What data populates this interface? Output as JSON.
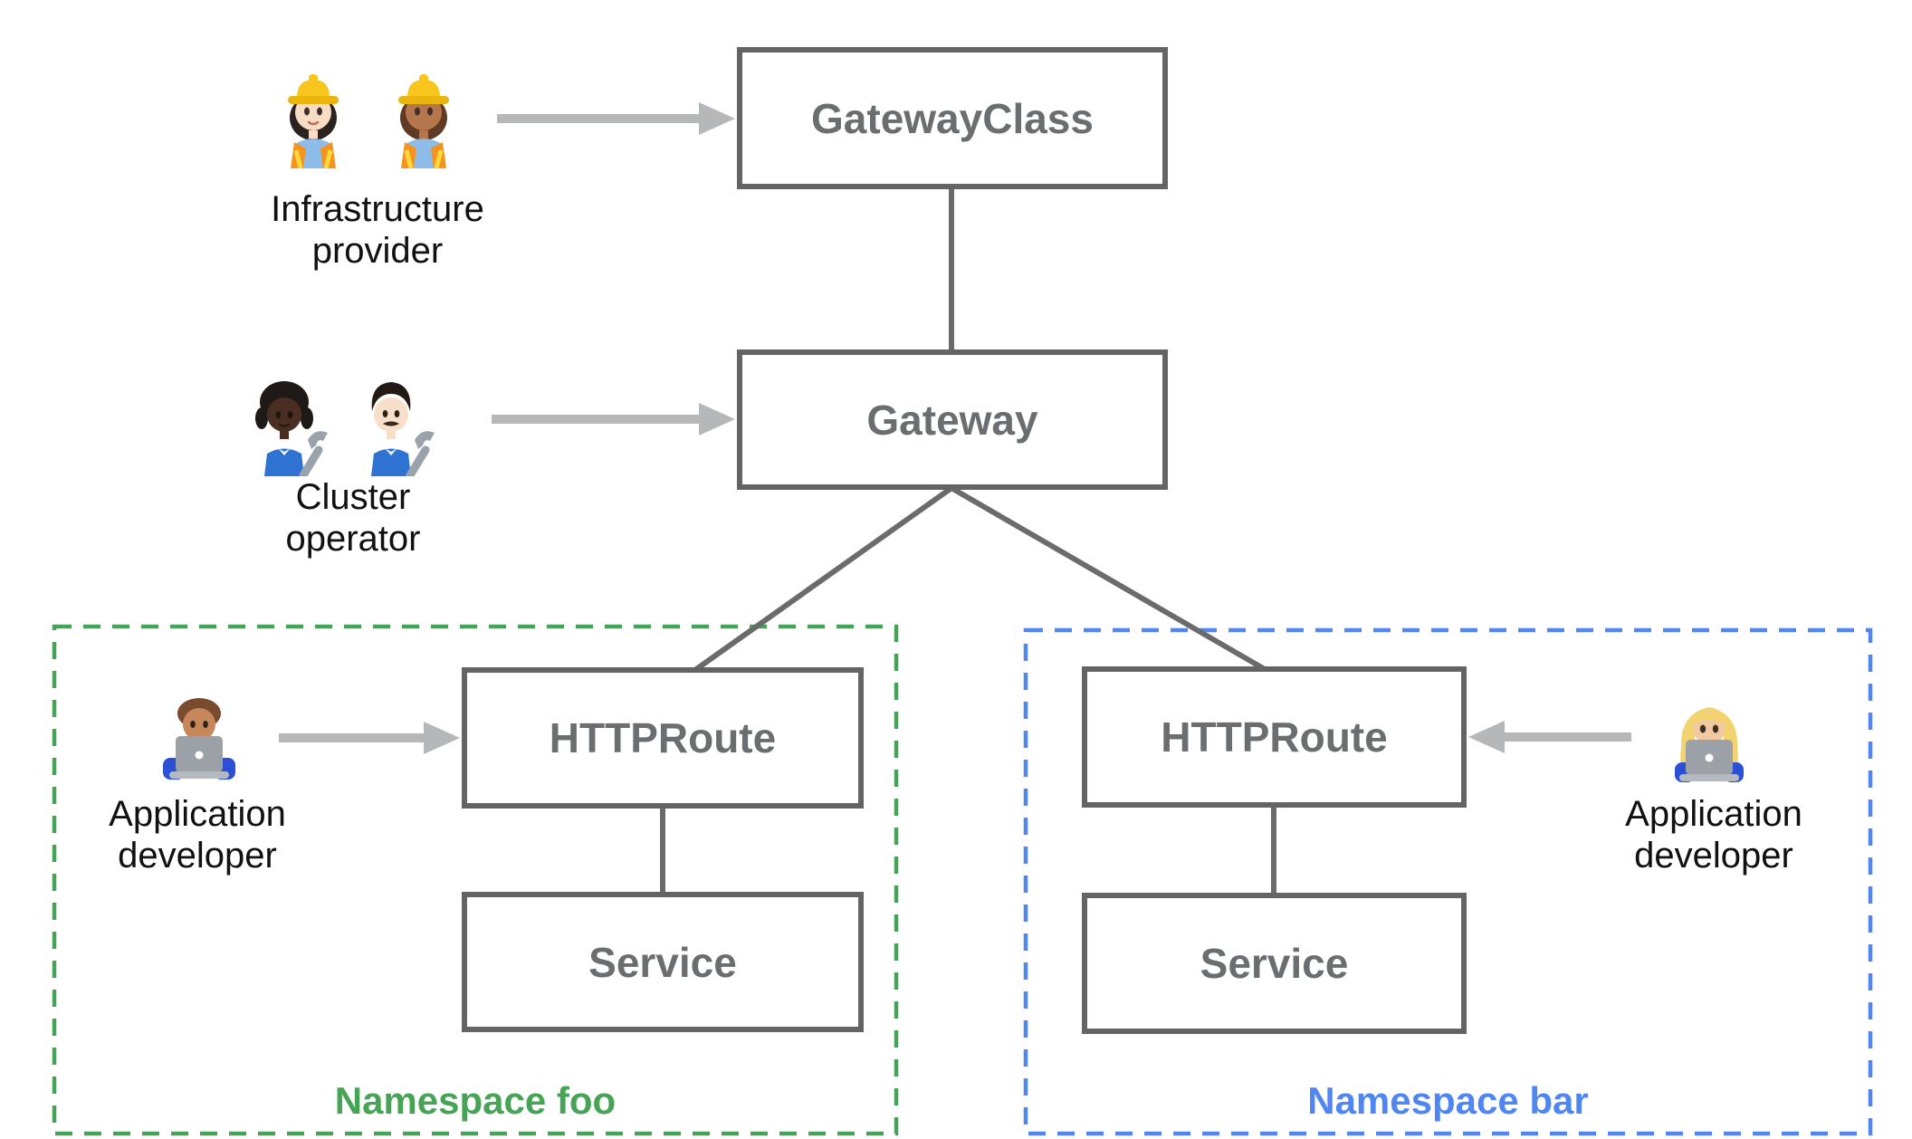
{
  "boxes": {
    "gateway_class": {
      "label": "GatewayClass"
    },
    "gateway": {
      "label": "Gateway"
    },
    "httproute_foo": {
      "label": "HTTPRoute"
    },
    "service_foo": {
      "label": "Service"
    },
    "httproute_bar": {
      "label": "HTTPRoute"
    },
    "service_bar": {
      "label": "Service"
    }
  },
  "namespaces": {
    "foo": {
      "label": "Namespace foo",
      "color": "#47a356"
    },
    "bar": {
      "label": "Namespace bar",
      "color": "#4f86f1"
    }
  },
  "actors": {
    "infrastructure_provider": {
      "label": "Infrastructure provider",
      "icons": [
        "woman-construction-worker-light-icon",
        "woman-construction-worker-medium-icon"
      ],
      "icon_glyphs": "👷🏻‍♀️👷🏽‍♀️"
    },
    "cluster_operator": {
      "label": "Cluster operator",
      "icons": [
        "person-mechanic-dark-icon",
        "man-mechanic-light-icon"
      ],
      "icon_glyphs": "🧑🏿‍🔧👨🏻‍🔧"
    },
    "application_developer_foo": {
      "label": "Application developer",
      "icons": [
        "man-technologist-icon"
      ],
      "icon_glyphs": "👨🏽‍💻"
    },
    "application_developer_bar": {
      "label": "Application developer",
      "icons": [
        "woman-technologist-icon"
      ],
      "icon_glyphs": "👩🏼‍💻"
    }
  },
  "colors": {
    "edge": "#6b6b6b",
    "box-border": "#646464",
    "box-label": "#6b6e71",
    "arrow": "#b5b7b9",
    "ns-green": "#47a356",
    "ns-blue": "#4f86f1",
    "actor-label": "#111111",
    "bg": "#ffffff"
  }
}
